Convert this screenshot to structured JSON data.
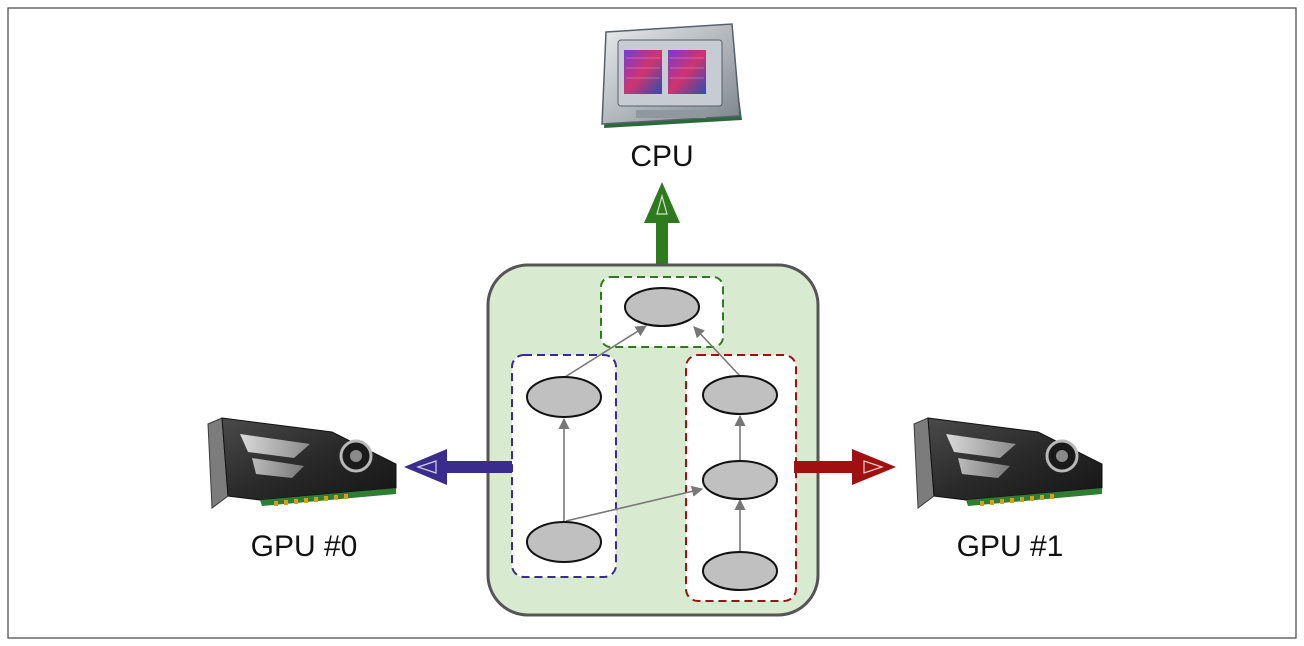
{
  "labels": {
    "cpu": "CPU",
    "gpu0": "GPU #0",
    "gpu1": "GPU #1"
  },
  "icons": {
    "cpu": "cpu-chip-icon",
    "gpu0": "graphics-card-icon",
    "gpu1": "graphics-card-icon"
  },
  "colors": {
    "cpu_partition": "#2f7a1f",
    "gpu0_partition": "#3a2c8c",
    "gpu1_partition": "#a01010",
    "graph_background": "#d8ead0",
    "graph_border": "#555555",
    "node_fill": "#c0c0c0",
    "edge": "#777777"
  }
}
